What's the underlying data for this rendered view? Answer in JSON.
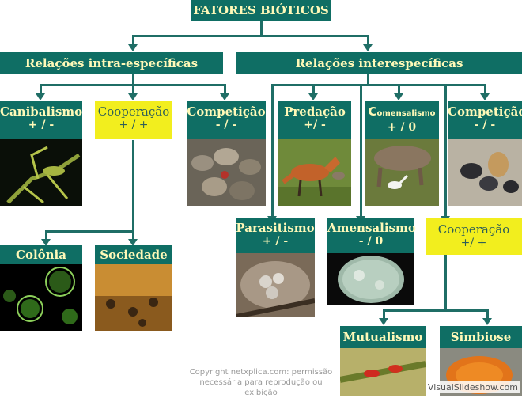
{
  "root": {
    "title": "FATORES BIÓTICOS"
  },
  "intra": {
    "title": "Relações intra-específicas"
  },
  "inter": {
    "title": "Relações interespecíficas"
  },
  "canibalismo": {
    "title": "Canibalismo",
    "sign": "+ / -"
  },
  "cooperacao_intra": {
    "title": "Cooperação",
    "sign": "+ / +"
  },
  "competicao_intra": {
    "title": "Competição",
    "sign": "- / -"
  },
  "predacao": {
    "title": "Predação",
    "sign": "+/ -"
  },
  "comensalismo": {
    "title": "Comensalismo",
    "title_first": "C",
    "title_rest": "omensalismo",
    "sign": "+ / 0"
  },
  "competicao_inter": {
    "title": "Competição",
    "sign": "- / -"
  },
  "parasitismo": {
    "title": "Parasitismo",
    "sign": "+ / -"
  },
  "amensalismo": {
    "title": "Amensalismo",
    "sign": "- / 0"
  },
  "cooperacao_inter": {
    "title": "Cooperação",
    "sign": "+/ +"
  },
  "colonia": {
    "title": "Colônia"
  },
  "sociedade": {
    "title": "Sociedade"
  },
  "mutualismo": {
    "title": "Mutualismo"
  },
  "simbiose": {
    "title": "Simbiose"
  },
  "copyright": {
    "line1": "Copyright netxplica.com: permissão",
    "line2": "necessária para reprodução ou exibição"
  },
  "watermark": {
    "text": "VisualSlideshow.com"
  },
  "colors": {
    "teal": "#0f6e64",
    "yellow_box": "#f2ee1e",
    "teal_text": "#fff9b8",
    "line": "#1f6e66"
  }
}
